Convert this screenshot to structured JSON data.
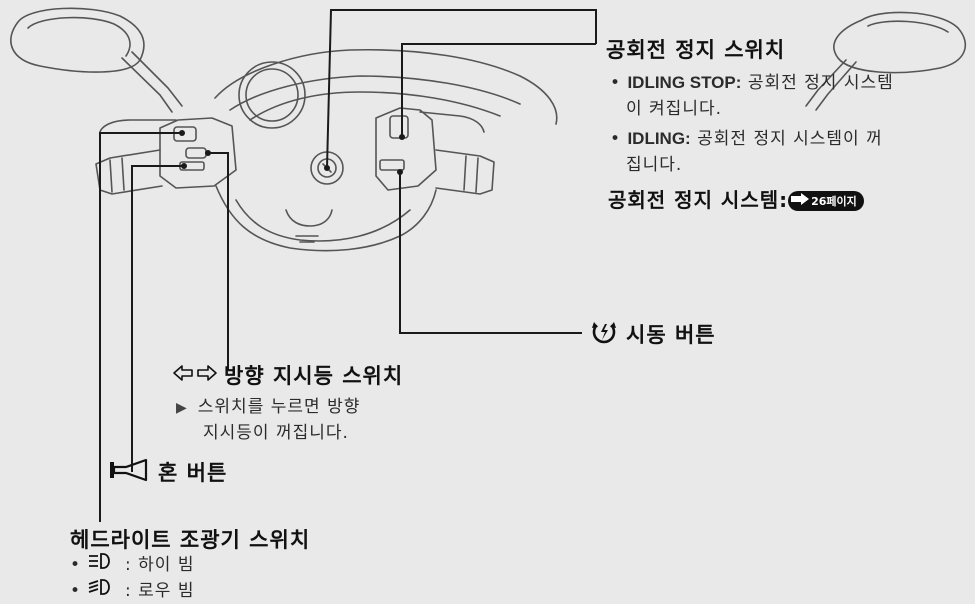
{
  "idling_stop": {
    "title": "공회전 정지 스위치",
    "items": [
      {
        "key": "IDLING STOP:",
        "line1": " 공회전 정지 시스템",
        "line2": "이 켜집니다."
      },
      {
        "key": "IDLING:",
        "line1": " 공회전 정지 시스템이 꺼",
        "line2": "집니다."
      }
    ],
    "ref_label": "공회전 정지 시스템:",
    "ref_page": "26페이지"
  },
  "start_button": {
    "title": "시동 버튼",
    "icon": "start-button-icon"
  },
  "turn_signal": {
    "title": "방향 지시등 스위치",
    "icon": "turn-signal-arrows-icon",
    "note_marker": "▶",
    "note_line1": "스위치를 누르면 방향",
    "note_line2": "지시등이 꺼집니다."
  },
  "horn": {
    "title": "혼 버튼",
    "icon": "horn-icon"
  },
  "headlight": {
    "title": "헤드라이트 조광기 스위치",
    "items": [
      {
        "icon": "high-beam-icon",
        "text": ": 하이 빔"
      },
      {
        "icon": "low-beam-icon",
        "text": ": 로우 빔"
      }
    ]
  },
  "colors": {
    "background": "#e9e9e9",
    "line": "#1a1a1a",
    "drawing": "#444444"
  }
}
